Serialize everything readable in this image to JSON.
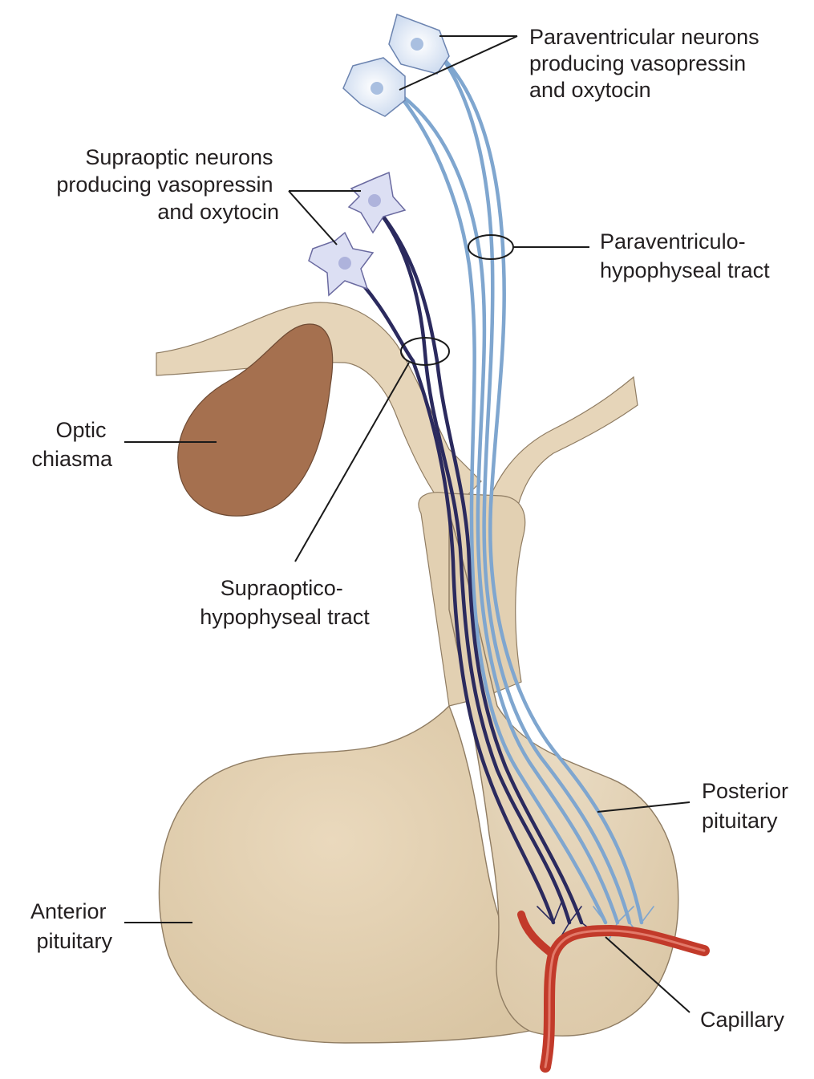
{
  "labels": {
    "paraventricular_neurons": [
      "Paraventricular neurons",
      "producing vasopressin",
      "and oxytocin"
    ],
    "supraoptic_neurons": [
      "Supraoptic neurons",
      "producing vasopressin",
      "and oxytocin"
    ],
    "paraventriculo_tract": [
      "Paraventriculo-",
      "hypophyseal tract"
    ],
    "optic_chiasma": [
      "Optic",
      "chiasma"
    ],
    "supraoptico_tract": [
      "Supraoptico-",
      "hypophyseal tract"
    ],
    "posterior_pituitary": [
      "Posterior",
      "pituitary"
    ],
    "anterior_pituitary": [
      "Anterior",
      "pituitary"
    ],
    "capillary": [
      "Capillary"
    ]
  },
  "colors": {
    "tissue": "#e3d2b6",
    "tissue_dark": "#cdb894",
    "chiasma": "#a5704f",
    "supraoptic_fiber": "#2b2a5e",
    "paraventricular_fiber": "#7fa6cf",
    "capillary": "#c23a2a",
    "neuron_fill": "#dfe8f5"
  }
}
